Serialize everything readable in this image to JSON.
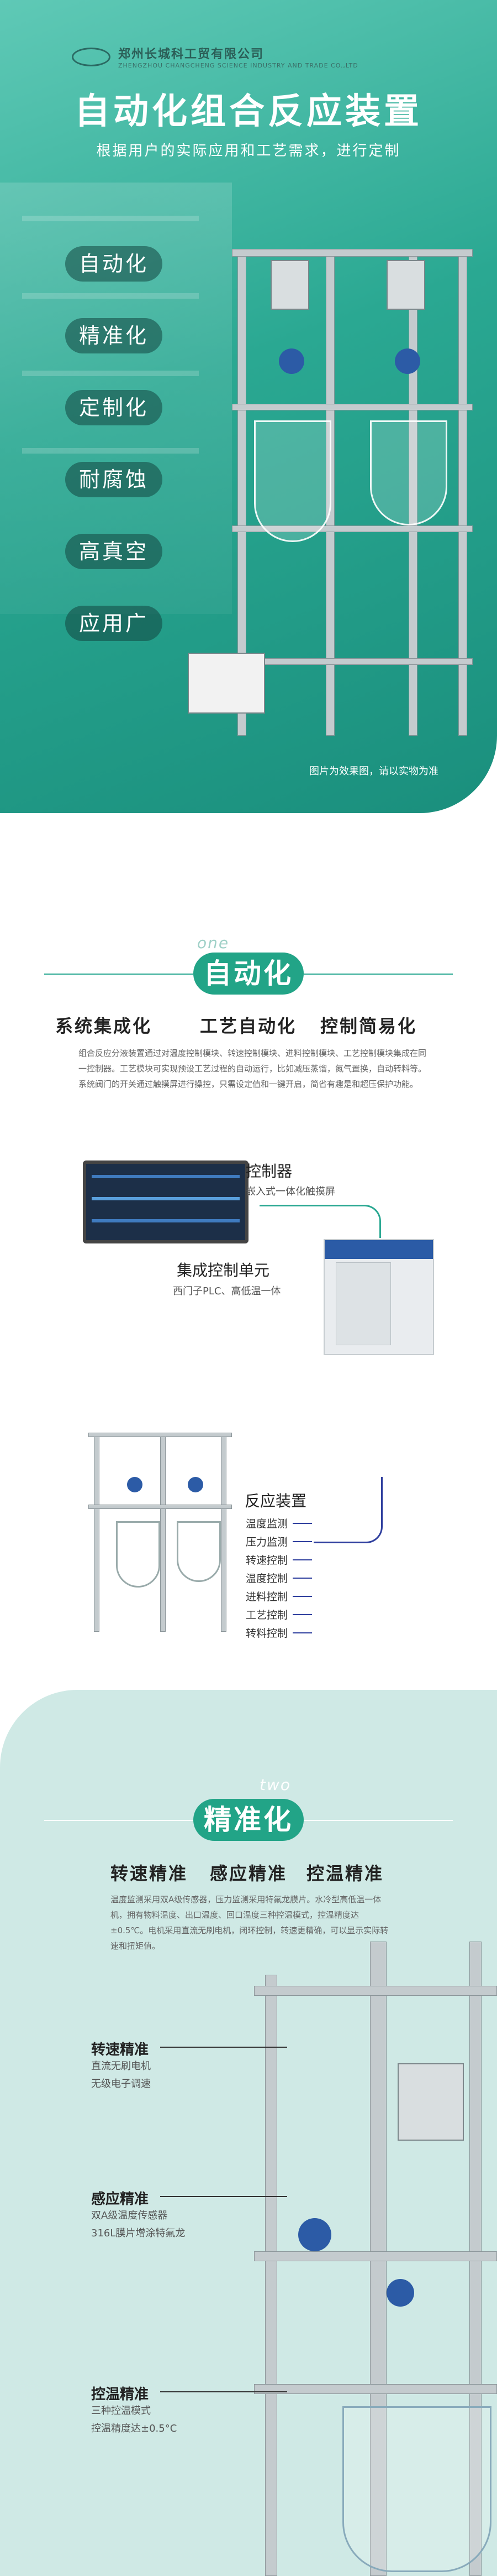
{
  "brand": {
    "name": "郑州长城科工贸有限公司",
    "sub": "ZHENGZHOU CHANGCHENG SCIENCE INDUSTRY AND TRADE CO.,LTD"
  },
  "hero": {
    "title": "自动化组合反应装置",
    "tagline": "根据用户的实际应用和工艺需求，进行定制",
    "pills": [
      "自动化",
      "精准化",
      "定制化",
      "耐腐蚀",
      "高真空",
      "应用广"
    ],
    "note": "图片为效果图，请以实物为准"
  },
  "section1": {
    "num": "one",
    "badge": "自动化",
    "subtitles": [
      "系统集成化",
      "工艺自动化",
      "控制简易化"
    ],
    "paragraph": "组合反应分液装置通过对温度控制模块、转速控制模块、进料控制模块、工艺控制模块集成在同一控制器。工艺模块可实现预设工艺过程的自动运行，比如减压蒸馏，氮气置换，自动转料等。系统阀门的开关通过触摸屏进行操控，只需设定值和一键开启，简省有趣是和超压保护功能。",
    "controller": {
      "title": "控制器",
      "sub": "嵌入式一体化触摸屏"
    },
    "unit": {
      "title": "集成控制单元",
      "sub": "西门子PLC、高低温一体"
    },
    "reactor": {
      "title": "反应装置",
      "items": [
        "温度监测",
        "压力监测",
        "转速控制",
        "温度控制",
        "进料控制",
        "工艺控制",
        "转料控制"
      ]
    }
  },
  "section2": {
    "num": "two",
    "badge": "精准化",
    "subtitles": [
      "转速精准",
      "感应精准",
      "控温精准"
    ],
    "paragraph": "温度监测采用双A级传感器，压力监测采用特氟龙膜片。水冷型高低温一体机，拥有物料温度、出口温度、回口温度三种控温模式，控温精度达±0.5℃。电机采用直流无刷电机，闭环控制，转速更精确，可以显示实际转速和扭矩值。",
    "labels": [
      {
        "title": "转速精准",
        "lines": [
          "直流无刷电机",
          "无级电子调速"
        ]
      },
      {
        "title": "感应精准",
        "lines": [
          "双A级温度传感器",
          "316L膜片增涂特氟龙"
        ]
      },
      {
        "title": "控温精准",
        "lines": [
          "三种控温模式",
          "控温精度达±0.5°C"
        ]
      }
    ]
  }
}
